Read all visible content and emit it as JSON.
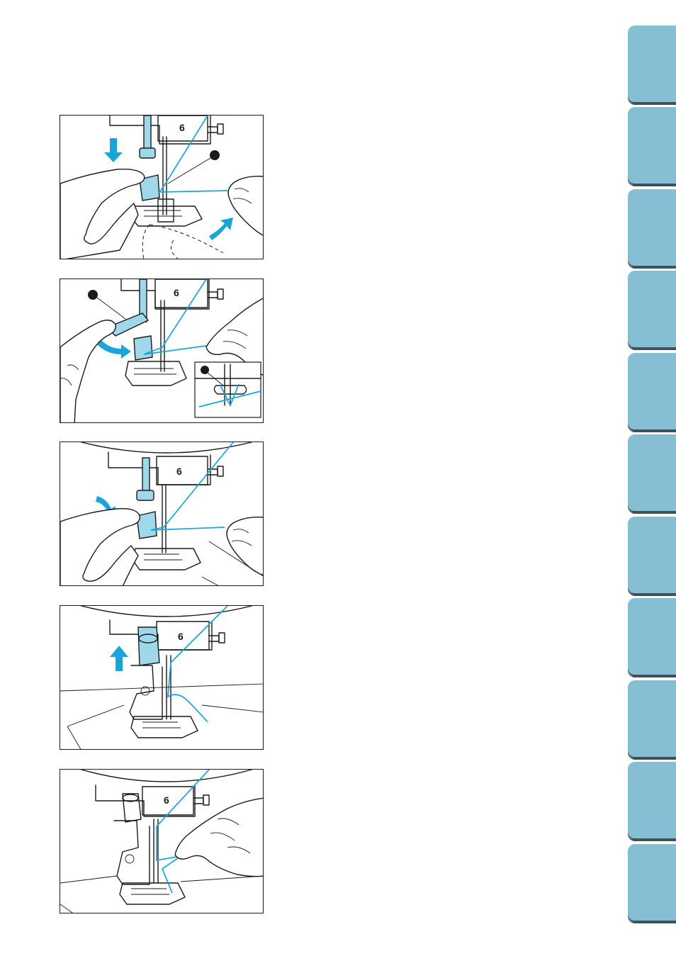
{
  "figures": [
    {
      "id": "step-1",
      "needle_bar_label": "6",
      "callout": "●"
    },
    {
      "id": "step-2",
      "needle_bar_label": "6",
      "callout": "●",
      "inset_callout": "●"
    },
    {
      "id": "step-3",
      "needle_bar_label": "6"
    },
    {
      "id": "step-4",
      "needle_bar_label": "6"
    },
    {
      "id": "step-5",
      "needle_bar_label": "6"
    }
  ],
  "side_tabs": {
    "count": 11,
    "color": "#86bfd3",
    "shadow_color": "#3e5058"
  },
  "colors": {
    "thread": "#1aa5d8",
    "threader_part": "#9fd8ea",
    "outline": "#1a1a1a"
  }
}
